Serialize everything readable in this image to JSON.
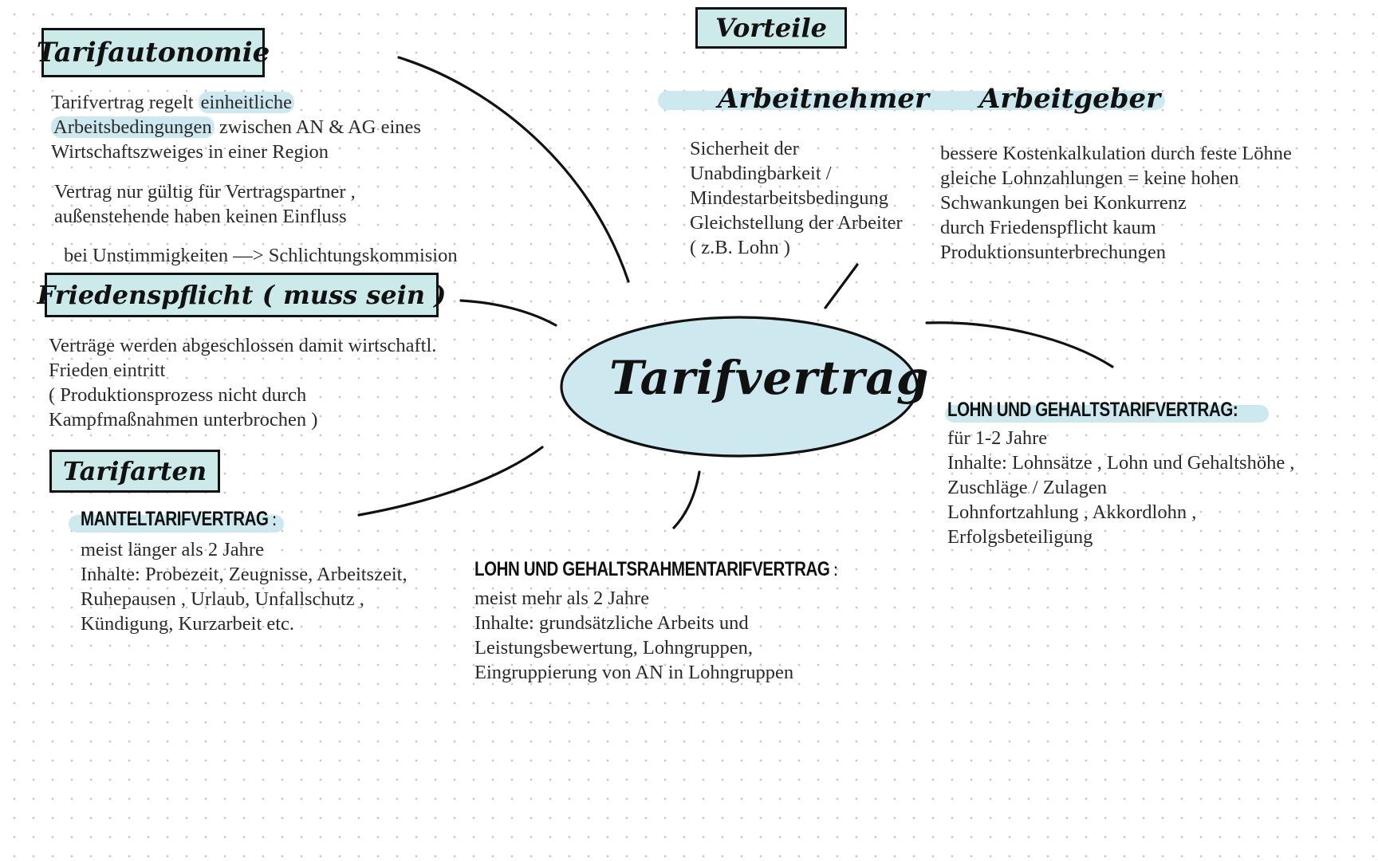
{
  "center": {
    "title": "Tarifvertrag",
    "fill": "#cde9ef"
  },
  "tarifautonomie": {
    "heading": "Tarifautonomie",
    "line1_a": "Tarifvertrag regelt ",
    "line1_hl": "einheitliche",
    "line2_hl": "Arbeitsbedingungen",
    "line2_b": " zwischen AN & AG eines",
    "line3": "Wirtschaftszweiges in einer Region",
    "para2": [
      "Vertrag nur gültig für Vertragspartner ,",
      "außenstehende haben keinen Einfluss"
    ],
    "para3": "bei Unstimmigkeiten —> Schlichtungskommision"
  },
  "friedenspflicht": {
    "heading": "Friedenspflicht ( muss sein )",
    "lines": [
      "Verträge werden abgeschlossen damit wirtschaftl.",
      "Frieden eintritt",
      "( Produktionsprozess nicht durch",
      "Kampfmaßnahmen unterbrochen )"
    ]
  },
  "tarifarten": {
    "heading": "Tarifarten",
    "mantel": {
      "title": "MANTELTARIFVERTRAG",
      "colon": " :",
      "lines": [
        "meist länger als 2 Jahre",
        "Inhalte: Probezeit, Zeugnisse, Arbeitszeit,",
        "Ruhepausen , Urlaub, Unfallschutz ,",
        "Kündigung, Kurzarbeit etc."
      ]
    }
  },
  "rahmen": {
    "title": "LOHN UND GEHALTSRAHMENTARIFVERTRAG",
    "colon": " :",
    "lines": [
      "meist mehr als 2 Jahre",
      "Inhalte: grundsätzliche Arbeits und",
      "Leistungsbewertung, Lohngruppen,",
      "Eingruppierung von AN in Lohngruppen"
    ]
  },
  "lohn": {
    "title": "LOHN UND GEHALTSTARIFVERTRAG:",
    "lines": [
      "für 1-2 Jahre",
      "Inhalte:  Lohnsätze , Lohn und Gehaltshöhe ,",
      "Zuschläge / Zulagen",
      "Lohnfortzahlung , Akkordlohn ,",
      "Erfolgsbeteiligung"
    ]
  },
  "vorteile": {
    "heading": "Vorteile",
    "arbeitnehmer": {
      "heading": "Arbeitnehmer",
      "lines": [
        "Sicherheit der",
        "Unabdingbarkeit /",
        "Mindestarbeitsbedingung",
        "Gleichstellung der Arbeiter",
        "( z.B. Lohn )"
      ]
    },
    "arbeitgeber": {
      "heading": "Arbeitgeber",
      "lines": [
        "bessere Kostenkalkulation durch feste Löhne",
        "gleiche Lohnzahlungen = keine hohen",
        "Schwankungen bei Konkurrenz",
        "durch Friedenspflicht kaum",
        "Produktionsunterbrechungen"
      ]
    }
  }
}
